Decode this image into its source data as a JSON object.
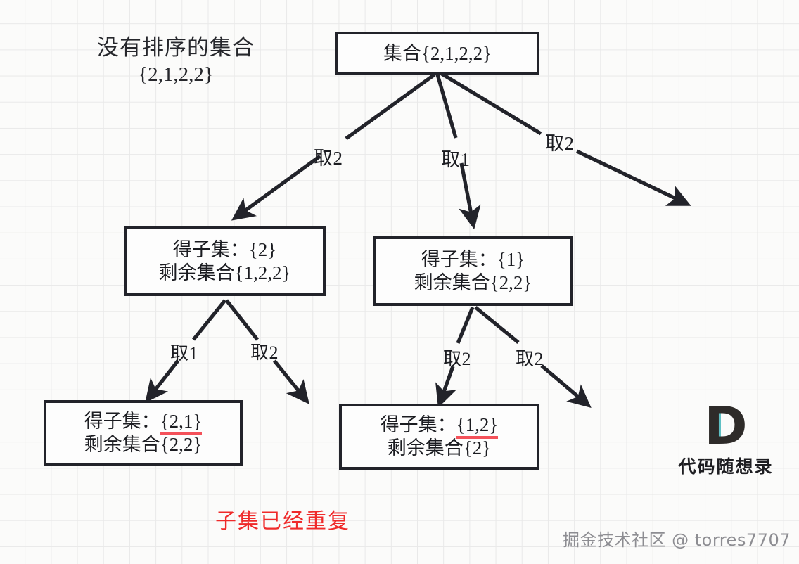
{
  "diagram": {
    "title": {
      "line1": "没有排序的集合",
      "line2": "{2,1,2,2}"
    },
    "note": {
      "text": "子集已经重复",
      "color": "#ef2a2a"
    },
    "nodes": [
      {
        "id": "root",
        "lines": [
          "集合{2,1,2,2}"
        ],
        "underline": []
      },
      {
        "id": "left-mid",
        "lines": [
          "得子集：{2}",
          "剩余集合{1,2,2}"
        ],
        "underline": []
      },
      {
        "id": "right-mid",
        "lines": [
          "得子集：{1}",
          "剩余集合{2,2}"
        ],
        "underline": []
      },
      {
        "id": "left-leaf",
        "lines": [
          "得子集：",
          "{2,1}",
          "剩余集合{2,2}"
        ],
        "underline": [
          "{2,1}"
        ]
      },
      {
        "id": "right-leaf",
        "lines": [
          "得子集：",
          "{1,2}",
          "剩余集合{2}"
        ],
        "underline": [
          "{1,2}"
        ]
      }
    ],
    "edges": [
      {
        "id": "root-to-left",
        "label": "取2"
      },
      {
        "id": "root-to-middle",
        "label": "取1"
      },
      {
        "id": "root-to-right",
        "label": "取2"
      },
      {
        "id": "leftmid-to-leaf",
        "label": "取1"
      },
      {
        "id": "leftmid-to-free",
        "label": "取2"
      },
      {
        "id": "rightmid-to-leaf",
        "label": "取2"
      },
      {
        "id": "rightmid-to-free",
        "label": "取2"
      }
    ],
    "brand": {
      "letter": "D",
      "name": "代码随想录",
      "accent_color": "#5fc0c4"
    },
    "watermark": "掘金技术社区 @ torres7707"
  }
}
